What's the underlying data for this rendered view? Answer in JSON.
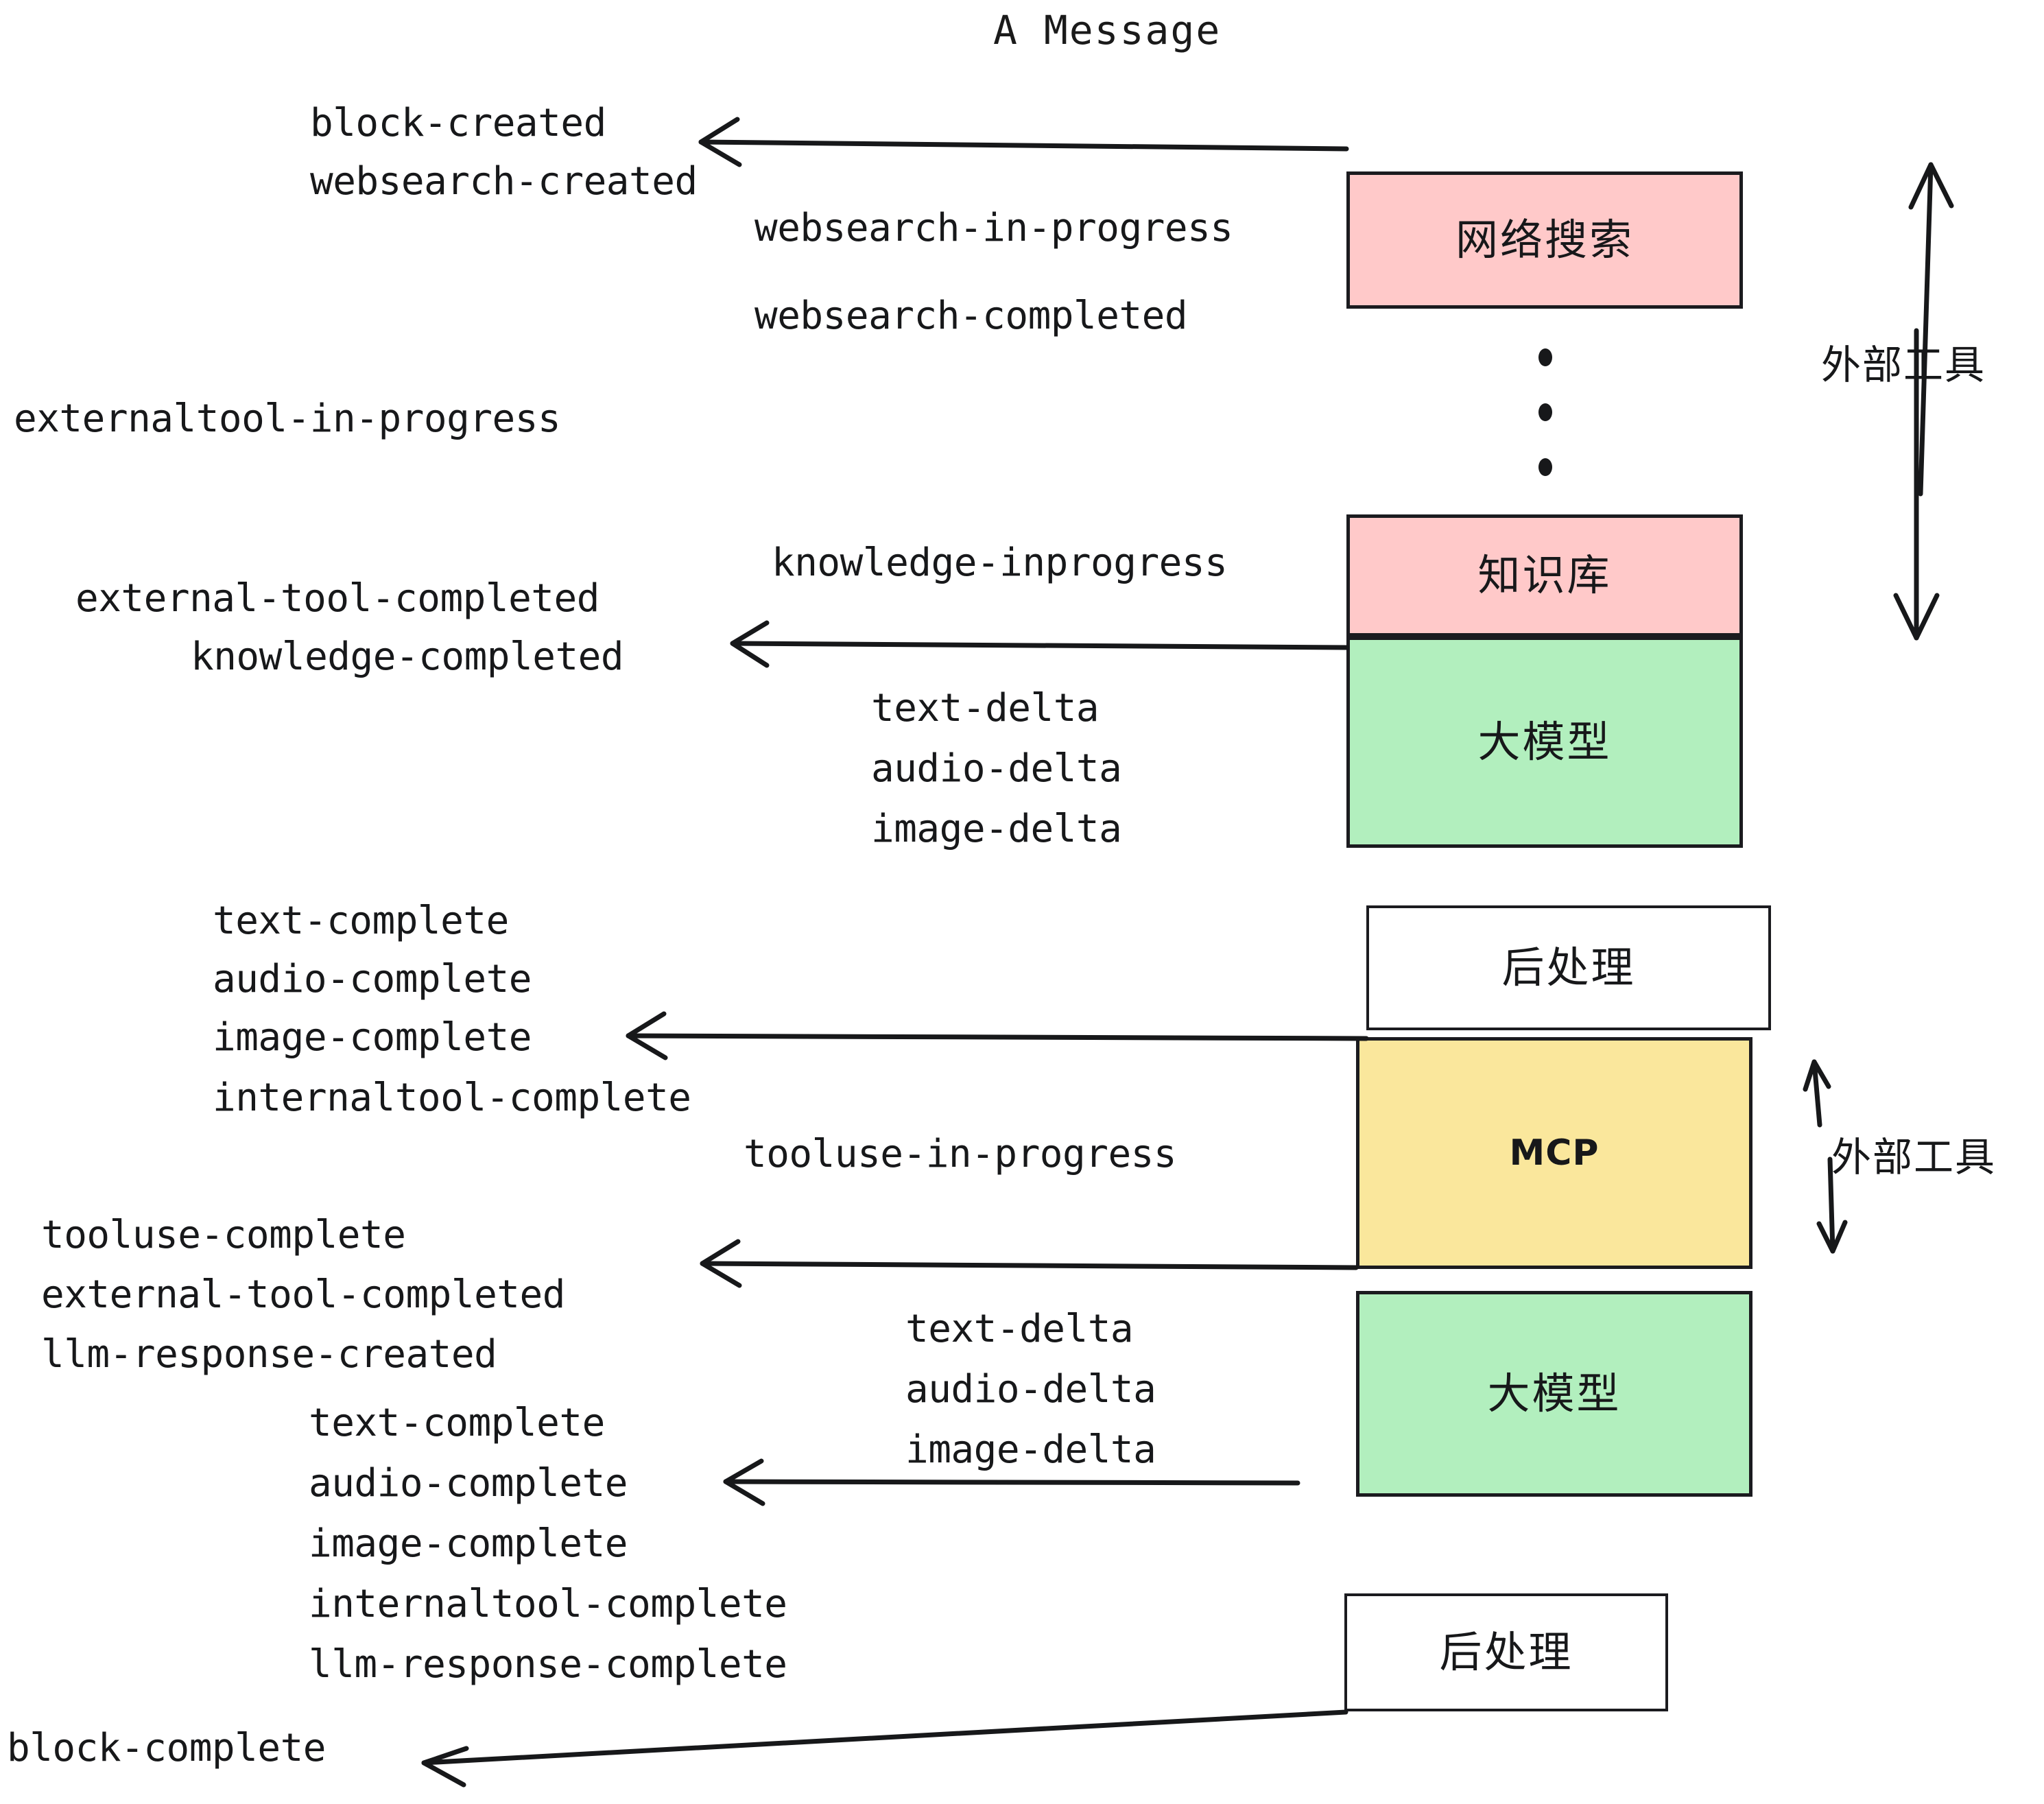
{
  "diagram": {
    "title": "A Message",
    "colors": {
      "pink": "#FFC9C9",
      "green": "#B2EFBE",
      "yellow": "#FAE79C",
      "white": "#FFFFFF",
      "stroke": "#1B1B1F",
      "text": "#17181A"
    },
    "boxes": [
      {
        "id": "websearch",
        "label": "网络搜索",
        "fill": "#FFC9C9",
        "script": "cjk"
      },
      {
        "id": "knowledge",
        "label": "知识库",
        "fill": "#FFC9C9",
        "script": "cjk"
      },
      {
        "id": "llm-1",
        "label": "大模型",
        "fill": "#B2EFBE",
        "script": "cjk"
      },
      {
        "id": "postprocess-1",
        "label": "后处理",
        "fill": "#FFFFFF",
        "script": "cjk"
      },
      {
        "id": "mcp",
        "label": "MCP",
        "fill": "#FAE79C",
        "script": "latin"
      },
      {
        "id": "llm-2",
        "label": "大模型",
        "fill": "#B2EFBE",
        "script": "cjk"
      },
      {
        "id": "postprocess-2",
        "label": "后处理",
        "fill": "#FFFFFF",
        "script": "cjk"
      }
    ],
    "side_labels": [
      {
        "id": "external-tools-top",
        "label": "外部工具"
      },
      {
        "id": "external-tools-bottom",
        "label": "外部工具"
      }
    ],
    "events": [
      {
        "id": "block-created",
        "text": "block-created"
      },
      {
        "id": "websearch-created",
        "text": "websearch-created"
      },
      {
        "id": "websearch-in-progress",
        "text": "websearch-in-progress"
      },
      {
        "id": "websearch-completed",
        "text": "websearch-completed"
      },
      {
        "id": "externaltool-in-progress",
        "text": "externaltool-in-progress"
      },
      {
        "id": "knowledge-inprogress",
        "text": "knowledge-inprogress"
      },
      {
        "id": "external-tool-completed-1",
        "text": "external-tool-completed"
      },
      {
        "id": "knowledge-completed",
        "text": "knowledge-completed"
      },
      {
        "id": "text-delta-1",
        "text": "text-delta"
      },
      {
        "id": "audio-delta-1",
        "text": "audio-delta"
      },
      {
        "id": "image-delta-1",
        "text": "image-delta"
      },
      {
        "id": "text-complete-1",
        "text": "text-complete"
      },
      {
        "id": "audio-complete-1",
        "text": "audio-complete"
      },
      {
        "id": "image-complete-1",
        "text": "image-complete"
      },
      {
        "id": "internaltool-complete-1",
        "text": "internaltool-complete"
      },
      {
        "id": "tooluse-in-progress",
        "text": "tooluse-in-progress"
      },
      {
        "id": "tooluse-complete",
        "text": "tooluse-complete"
      },
      {
        "id": "external-tool-completed-2",
        "text": "external-tool-completed"
      },
      {
        "id": "llm-response-created",
        "text": "llm-response-created"
      },
      {
        "id": "text-delta-2",
        "text": "text-delta"
      },
      {
        "id": "audio-delta-2",
        "text": "audio-delta"
      },
      {
        "id": "image-delta-2",
        "text": "image-delta"
      },
      {
        "id": "text-complete-2",
        "text": "text-complete"
      },
      {
        "id": "audio-complete-2",
        "text": "audio-complete"
      },
      {
        "id": "image-complete-2",
        "text": "image-complete"
      },
      {
        "id": "internaltool-complete-2",
        "text": "internaltool-complete"
      },
      {
        "id": "llm-response-complete",
        "text": "llm-response-complete"
      },
      {
        "id": "block-complete",
        "text": "block-complete"
      }
    ]
  }
}
